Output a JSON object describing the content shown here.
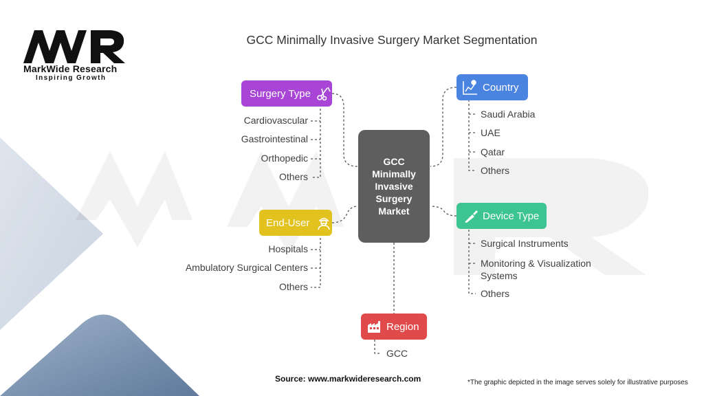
{
  "brand": {
    "mark": "MWR",
    "name": "MarkWide Research",
    "tagline": "Inspiring Growth"
  },
  "title": "GCC Minimally Invasive Surgery Market Segmentation",
  "center": {
    "label": "GCC Minimally Invasive Surgery Market"
  },
  "segments": {
    "surgery_type": {
      "label": "Surgery Type",
      "color": "#a845d6",
      "icon": "scalpel-scissors-icon",
      "items": [
        "Cardiovascular",
        "Gastrointestinal",
        "Orthopedic",
        "Others"
      ]
    },
    "end_user": {
      "label": "End-User",
      "color": "#e2c21e",
      "icon": "surgeon-icon",
      "items": [
        "Hospitals",
        "Ambulatory Surgical Centers",
        "Others"
      ]
    },
    "country": {
      "label": "Country",
      "color": "#4a84e0",
      "icon": "map-chart-icon",
      "items": [
        "Saudi Arabia",
        "UAE",
        "Qatar",
        "Others"
      ]
    },
    "device_type": {
      "label": "Device Type",
      "color": "#3cc492",
      "icon": "scalpel-icon",
      "items": [
        "Surgical Instruments",
        "Monitoring & Visualization Systems",
        "Others"
      ]
    },
    "region": {
      "label": "Region",
      "color": "#e04a4a",
      "icon": "factory-icon",
      "items": [
        "GCC"
      ]
    }
  },
  "footer": {
    "source": "Source: www.markwideresearch.com",
    "note": "*The graphic depicted in the image serves solely for illustrative purposes"
  }
}
